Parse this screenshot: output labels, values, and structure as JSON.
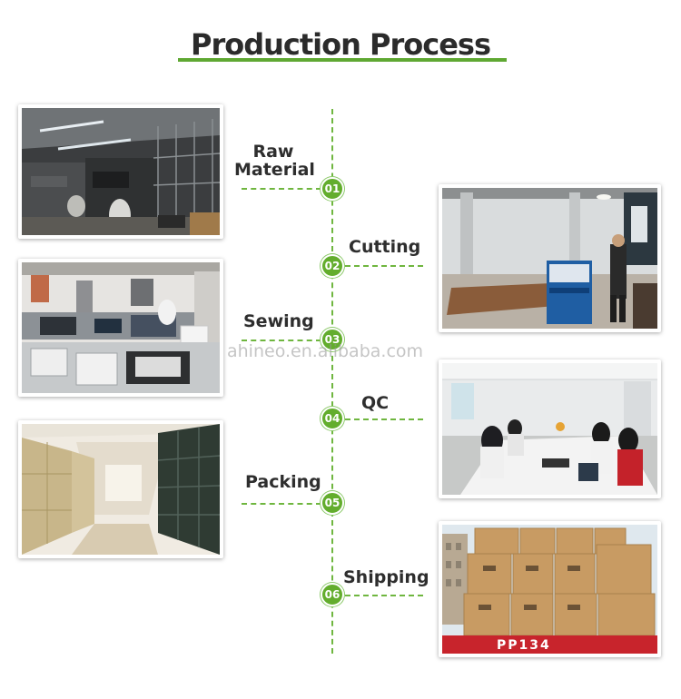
{
  "header": {
    "title": "Production Process"
  },
  "watermark": "ahineo.en.alibaba.com",
  "colors": {
    "accent": "#63ad2d",
    "title": "#2b2b2b"
  },
  "steps": [
    {
      "number": "01",
      "label_line1": "Raw",
      "label_line2": "Material",
      "photo_icon": "warehouse-shelves-photo"
    },
    {
      "number": "02",
      "label_line1": "Cutting",
      "label_line2": "",
      "photo_icon": "cutting-machine-photo"
    },
    {
      "number": "03",
      "label_line1": "Sewing",
      "label_line2": "",
      "photo_icon": "sewing-machines-photo"
    },
    {
      "number": "04",
      "label_line1": "QC",
      "label_line2": "",
      "photo_icon": "quality-check-workers-photo"
    },
    {
      "number": "05",
      "label_line1": "Packing",
      "label_line2": "",
      "photo_icon": "packed-cartons-corridor-photo"
    },
    {
      "number": "06",
      "label_line1": "Shipping",
      "label_line2": "",
      "photo_icon": "truck-cartons-photo"
    }
  ],
  "truck_plate": "PP134"
}
